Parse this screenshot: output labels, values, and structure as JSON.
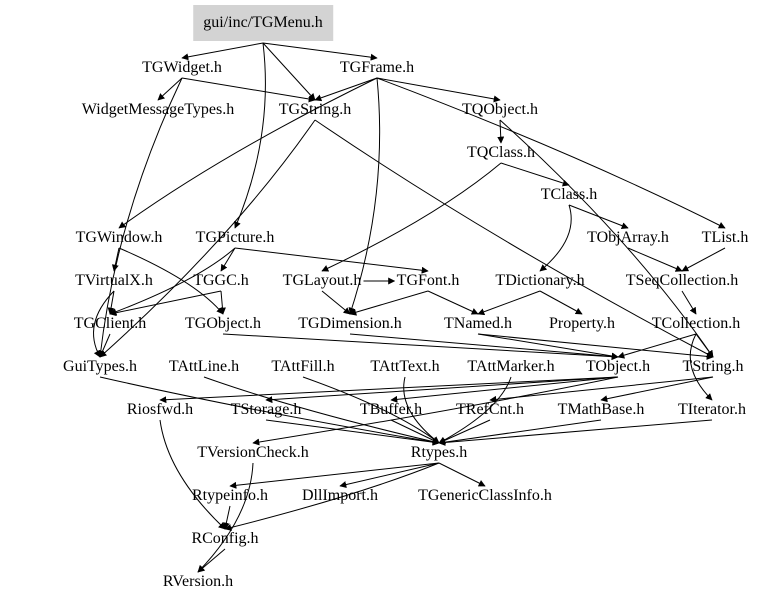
{
  "diagram": {
    "type": "include-dependency-graph",
    "root": "gui/inc/TGMenu.h",
    "colors": {
      "root_fill": "#d3d3d3",
      "edge": "#000000",
      "text": "#000000",
      "background": "#ffffff"
    },
    "nodes": [
      {
        "id": "TGMenu",
        "label": "gui/inc/TGMenu.h"
      },
      {
        "id": "TGWidget",
        "label": "TGWidget.h"
      },
      {
        "id": "TGFrame",
        "label": "TGFrame.h"
      },
      {
        "id": "WidgetMessageTypes",
        "label": "WidgetMessageTypes.h"
      },
      {
        "id": "TGString",
        "label": "TGString.h"
      },
      {
        "id": "TQObject",
        "label": "TQObject.h"
      },
      {
        "id": "TQClass",
        "label": "TQClass.h"
      },
      {
        "id": "TClass",
        "label": "TClass.h"
      },
      {
        "id": "TGWindow",
        "label": "TGWindow.h"
      },
      {
        "id": "TGPicture",
        "label": "TGPicture.h"
      },
      {
        "id": "TObjArray",
        "label": "TObjArray.h"
      },
      {
        "id": "TList",
        "label": "TList.h"
      },
      {
        "id": "TVirtualX",
        "label": "TVirtualX.h"
      },
      {
        "id": "TGGC",
        "label": "TGGC.h"
      },
      {
        "id": "TGLayout",
        "label": "TGLayout.h"
      },
      {
        "id": "TGFont",
        "label": "TGFont.h"
      },
      {
        "id": "TDictionary",
        "label": "TDictionary.h"
      },
      {
        "id": "TSeqCollection",
        "label": "TSeqCollection.h"
      },
      {
        "id": "TGClient",
        "label": "TGClient.h"
      },
      {
        "id": "TGObject",
        "label": "TGObject.h"
      },
      {
        "id": "TGDimension",
        "label": "TGDimension.h"
      },
      {
        "id": "TNamed",
        "label": "TNamed.h"
      },
      {
        "id": "Property",
        "label": "Property.h"
      },
      {
        "id": "TCollection",
        "label": "TCollection.h"
      },
      {
        "id": "GuiTypes",
        "label": "GuiTypes.h"
      },
      {
        "id": "TAttLine",
        "label": "TAttLine.h"
      },
      {
        "id": "TAttFill",
        "label": "TAttFill.h"
      },
      {
        "id": "TAttText",
        "label": "TAttText.h"
      },
      {
        "id": "TAttMarker",
        "label": "TAttMarker.h"
      },
      {
        "id": "TObject",
        "label": "TObject.h"
      },
      {
        "id": "TString",
        "label": "TString.h"
      },
      {
        "id": "Riosfwd",
        "label": "Riosfwd.h"
      },
      {
        "id": "TStorage",
        "label": "TStorage.h"
      },
      {
        "id": "TBuffer",
        "label": "TBuffer.h"
      },
      {
        "id": "TRefCnt",
        "label": "TRefCnt.h"
      },
      {
        "id": "TMathBase",
        "label": "TMathBase.h"
      },
      {
        "id": "TIterator",
        "label": "TIterator.h"
      },
      {
        "id": "TVersionCheck",
        "label": "TVersionCheck.h"
      },
      {
        "id": "Rtypes",
        "label": "Rtypes.h"
      },
      {
        "id": "Rtypeinfo",
        "label": "Rtypeinfo.h"
      },
      {
        "id": "DllImport",
        "label": "DllImport.h"
      },
      {
        "id": "TGenericClassInfo",
        "label": "TGenericClassInfo.h"
      },
      {
        "id": "RConfig",
        "label": "RConfig.h"
      },
      {
        "id": "RVersion",
        "label": "RVersion.h"
      }
    ],
    "edges": [
      [
        "TGMenu",
        "TGWidget"
      ],
      [
        "TGMenu",
        "TGFrame"
      ],
      [
        "TGMenu",
        "TGString"
      ],
      [
        "TGMenu",
        "TGPicture"
      ],
      [
        "TGWidget",
        "WidgetMessageTypes"
      ],
      [
        "TGWidget",
        "TGString"
      ],
      [
        "TGWidget",
        "GuiTypes"
      ],
      [
        "TGFrame",
        "TGString"
      ],
      [
        "TGFrame",
        "TQObject"
      ],
      [
        "TGFrame",
        "TList"
      ],
      [
        "TGFrame",
        "TGWindow"
      ],
      [
        "TGFrame",
        "TGDimension"
      ],
      [
        "TGString",
        "TString"
      ],
      [
        "TGString",
        "GuiTypes"
      ],
      [
        "TQObject",
        "TQClass"
      ],
      [
        "TQObject",
        "TString"
      ],
      [
        "TQClass",
        "TClass"
      ],
      [
        "TQClass",
        "TGLayout"
      ],
      [
        "TClass",
        "TObjArray"
      ],
      [
        "TClass",
        "TDictionary"
      ],
      [
        "TObjArray",
        "TSeqCollection"
      ],
      [
        "TList",
        "TSeqCollection"
      ],
      [
        "TGWindow",
        "TVirtualX"
      ],
      [
        "TGWindow",
        "TGObject"
      ],
      [
        "TGPicture",
        "TGGC"
      ],
      [
        "TGPicture",
        "TGClient"
      ],
      [
        "TGPicture",
        "TGFont"
      ],
      [
        "TVirtualX",
        "TGClient"
      ],
      [
        "TVirtualX",
        "GuiTypes"
      ],
      [
        "TGGC",
        "TGObject"
      ],
      [
        "TGGC",
        "TGClient"
      ],
      [
        "TGLayout",
        "TGDimension"
      ],
      [
        "TGLayout",
        "TGFont"
      ],
      [
        "TGFont",
        "TNamed"
      ],
      [
        "TGFont",
        "TGDimension"
      ],
      [
        "TDictionary",
        "Property"
      ],
      [
        "TDictionary",
        "TNamed"
      ],
      [
        "TSeqCollection",
        "TCollection"
      ],
      [
        "TGClient",
        "GuiTypes"
      ],
      [
        "TGObject",
        "TObject"
      ],
      [
        "TGDimension",
        "TObject"
      ],
      [
        "TNamed",
        "TObject"
      ],
      [
        "TNamed",
        "TString"
      ],
      [
        "TCollection",
        "TObject"
      ],
      [
        "TCollection",
        "TIterator"
      ],
      [
        "TCollection",
        "TString"
      ],
      [
        "TAttLine",
        "Rtypes"
      ],
      [
        "TAttFill",
        "Rtypes"
      ],
      [
        "TAttText",
        "Rtypes"
      ],
      [
        "TAttMarker",
        "Rtypes"
      ],
      [
        "TObject",
        "Riosfwd"
      ],
      [
        "TObject",
        "TStorage"
      ],
      [
        "TObject",
        "TBuffer"
      ],
      [
        "TObject",
        "TVersionCheck"
      ],
      [
        "TString",
        "TRefCnt"
      ],
      [
        "TString",
        "TMathBase"
      ],
      [
        "GuiTypes",
        "Rtypes"
      ],
      [
        "TStorage",
        "Rtypes"
      ],
      [
        "TBuffer",
        "Rtypes"
      ],
      [
        "TRefCnt",
        "Rtypes"
      ],
      [
        "TMathBase",
        "Rtypes"
      ],
      [
        "TIterator",
        "Rtypes"
      ],
      [
        "Riosfwd",
        "RConfig"
      ],
      [
        "TVersionCheck",
        "RVersion"
      ],
      [
        "Rtypes",
        "Rtypeinfo"
      ],
      [
        "Rtypes",
        "DllImport"
      ],
      [
        "Rtypes",
        "TGenericClassInfo"
      ],
      [
        "Rtypes",
        "RConfig"
      ],
      [
        "Rtypeinfo",
        "RConfig"
      ],
      [
        "RConfig",
        "RVersion"
      ]
    ]
  }
}
